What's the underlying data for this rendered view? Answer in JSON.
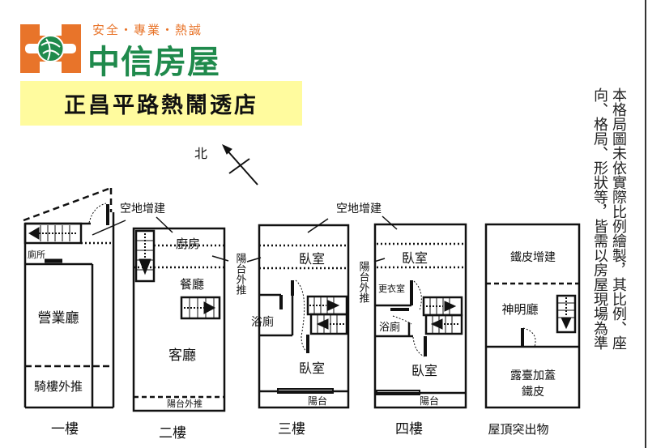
{
  "brand": {
    "slogan": "安全・專業・熱誠",
    "name": "中信房屋",
    "colors": {
      "orange": "#e8742a",
      "green": "#1f8a4c",
      "banner": "#fffb9e"
    }
  },
  "store_name": "正昌平路熱鬧透店",
  "compass": {
    "north_label": "北"
  },
  "disclaimer": {
    "line1": "本格局圖未依實際比例繪製，其比例、座",
    "line2": "向、格局、形狀等，皆需以房屋現場為準"
  },
  "floors": {
    "f1": {
      "title": "一樓",
      "toilet": "廁所",
      "hall": "營業廳",
      "arcade": "騎樓外推",
      "extension": "空地增建"
    },
    "f2": {
      "title": "二樓",
      "kitchen": "廚房",
      "dining": "餐廳",
      "living": "客廳",
      "balcony_ext": "陽台外推",
      "side_balcony_ext": "陽台外推"
    },
    "f3": {
      "title": "三樓",
      "bedroom_top": "臥室",
      "bath": "浴廁",
      "bedroom_bottom": "臥室",
      "balcony": "陽台",
      "extension": "空地增建"
    },
    "f4": {
      "title": "四樓",
      "bedroom_top": "臥室",
      "closet": "更衣室",
      "bath": "浴廁",
      "bedroom_bottom": "臥室",
      "balcony": "陽台",
      "side_balcony_ext": "陽台外推"
    },
    "roof": {
      "title": "屋頂突出物",
      "iron_ext": "鐵皮增建",
      "shrine": "神明廳",
      "terrace1": "露臺加蓋",
      "terrace2": "鐵皮"
    }
  }
}
